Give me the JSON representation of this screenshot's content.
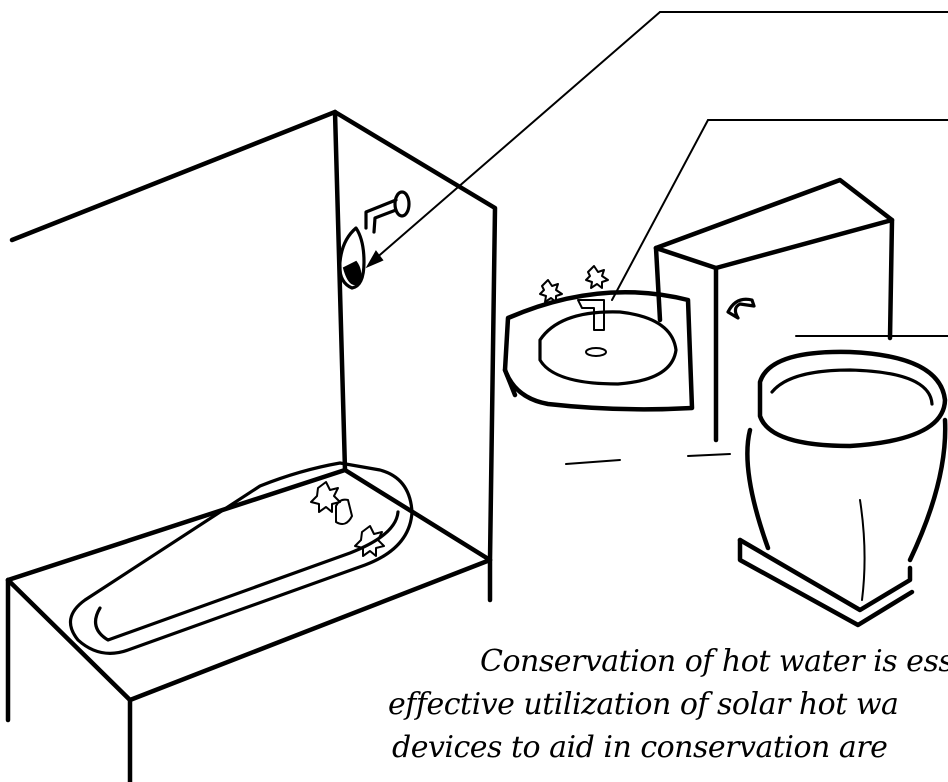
{
  "caption": {
    "line1": "Conservation of hot water is ess",
    "line2": "effective utilization of solar hot wa",
    "line3": "devices to aid in conservation are"
  },
  "colors": {
    "ink": "#000000",
    "paper": "#ffffff"
  }
}
